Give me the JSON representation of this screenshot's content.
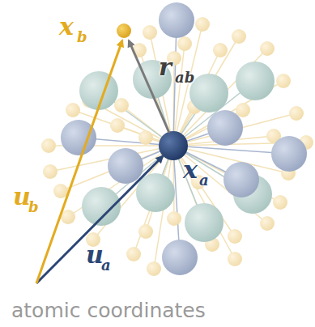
{
  "diagram": {
    "caption": "atomic coordinates",
    "labels": [
      "x",
      "b",
      "r",
      "ab",
      "u",
      "b",
      "x",
      "a",
      "u",
      "a"
    ]
  }
}
